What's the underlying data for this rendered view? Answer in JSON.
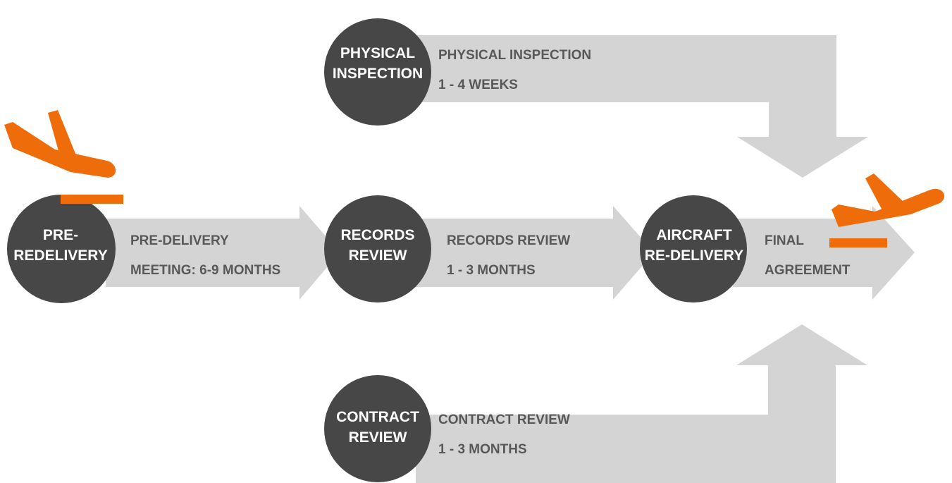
{
  "colors": {
    "arrow": "#d4d4d4",
    "circle": "#474747",
    "accent": "#ef6c0a",
    "circle_text": "#ffffff",
    "arrow_text": "#585858"
  },
  "icons": [
    "plane-landing-icon",
    "plane-takeoff-icon"
  ],
  "nodes": {
    "pre_redelivery": {
      "line1": "PRE-",
      "line2": "REDELIVERY"
    },
    "records_review": {
      "line1": "RECORDS",
      "line2": "REVIEW"
    },
    "aircraft_redelivery": {
      "line1": "AIRCRAFT",
      "line2": "RE-DELIVERY"
    },
    "physical_inspection": {
      "line1": "PHYSICAL",
      "line2": "INSPECTION"
    },
    "contract_review": {
      "line1": "CONTRACT",
      "line2": "REVIEW"
    }
  },
  "steps": {
    "pre_delivery": {
      "line1": "PRE-DELIVERY",
      "line2": "MEETING: 6-9 MONTHS"
    },
    "records_review": {
      "line1": "RECORDS REVIEW",
      "line2": "1 - 3 MONTHS"
    },
    "final": {
      "line1": "FINAL",
      "line2": "AGREEMENT"
    },
    "physical_inspection": {
      "line1": "PHYSICAL INSPECTION",
      "line2": "1 - 4 WEEKS"
    },
    "contract_review": {
      "line1": "CONTRACT REVIEW",
      "line2": "1 - 3 MONTHS"
    }
  }
}
